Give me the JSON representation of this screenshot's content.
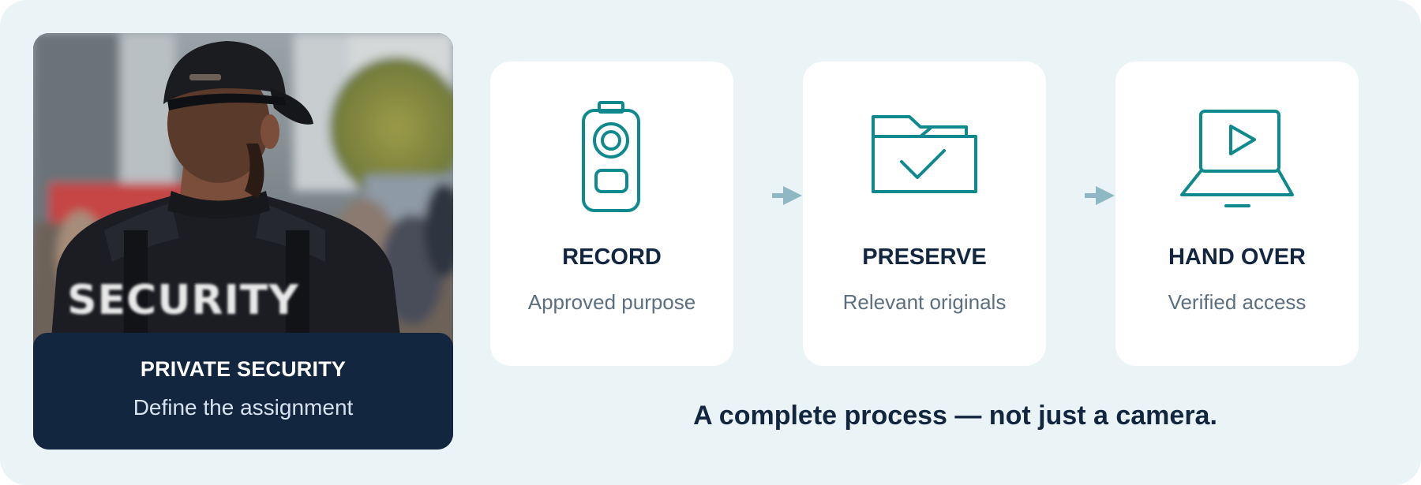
{
  "photo": {
    "vest_text": "SECURITY",
    "caption_title": "PRIVATE SECURITY",
    "caption_subtitle": "Define the assignment"
  },
  "steps": [
    {
      "icon": "body-camera-icon",
      "title": "RECORD",
      "subtitle": "Approved purpose"
    },
    {
      "icon": "folder-check-icon",
      "title": "PRESERVE",
      "subtitle": "Relevant originals"
    },
    {
      "icon": "laptop-play-icon",
      "title": "HAND OVER",
      "subtitle": "Verified access"
    }
  ],
  "tagline": "A complete process — not just a camera.",
  "colors": {
    "panel_bg": "#eaf3f5",
    "card_bg": "#ffffff",
    "navy": "#13263f",
    "teal_icon": "#0e8a8f",
    "arrow": "#8fb8c4",
    "muted_text": "#5c6f80"
  }
}
